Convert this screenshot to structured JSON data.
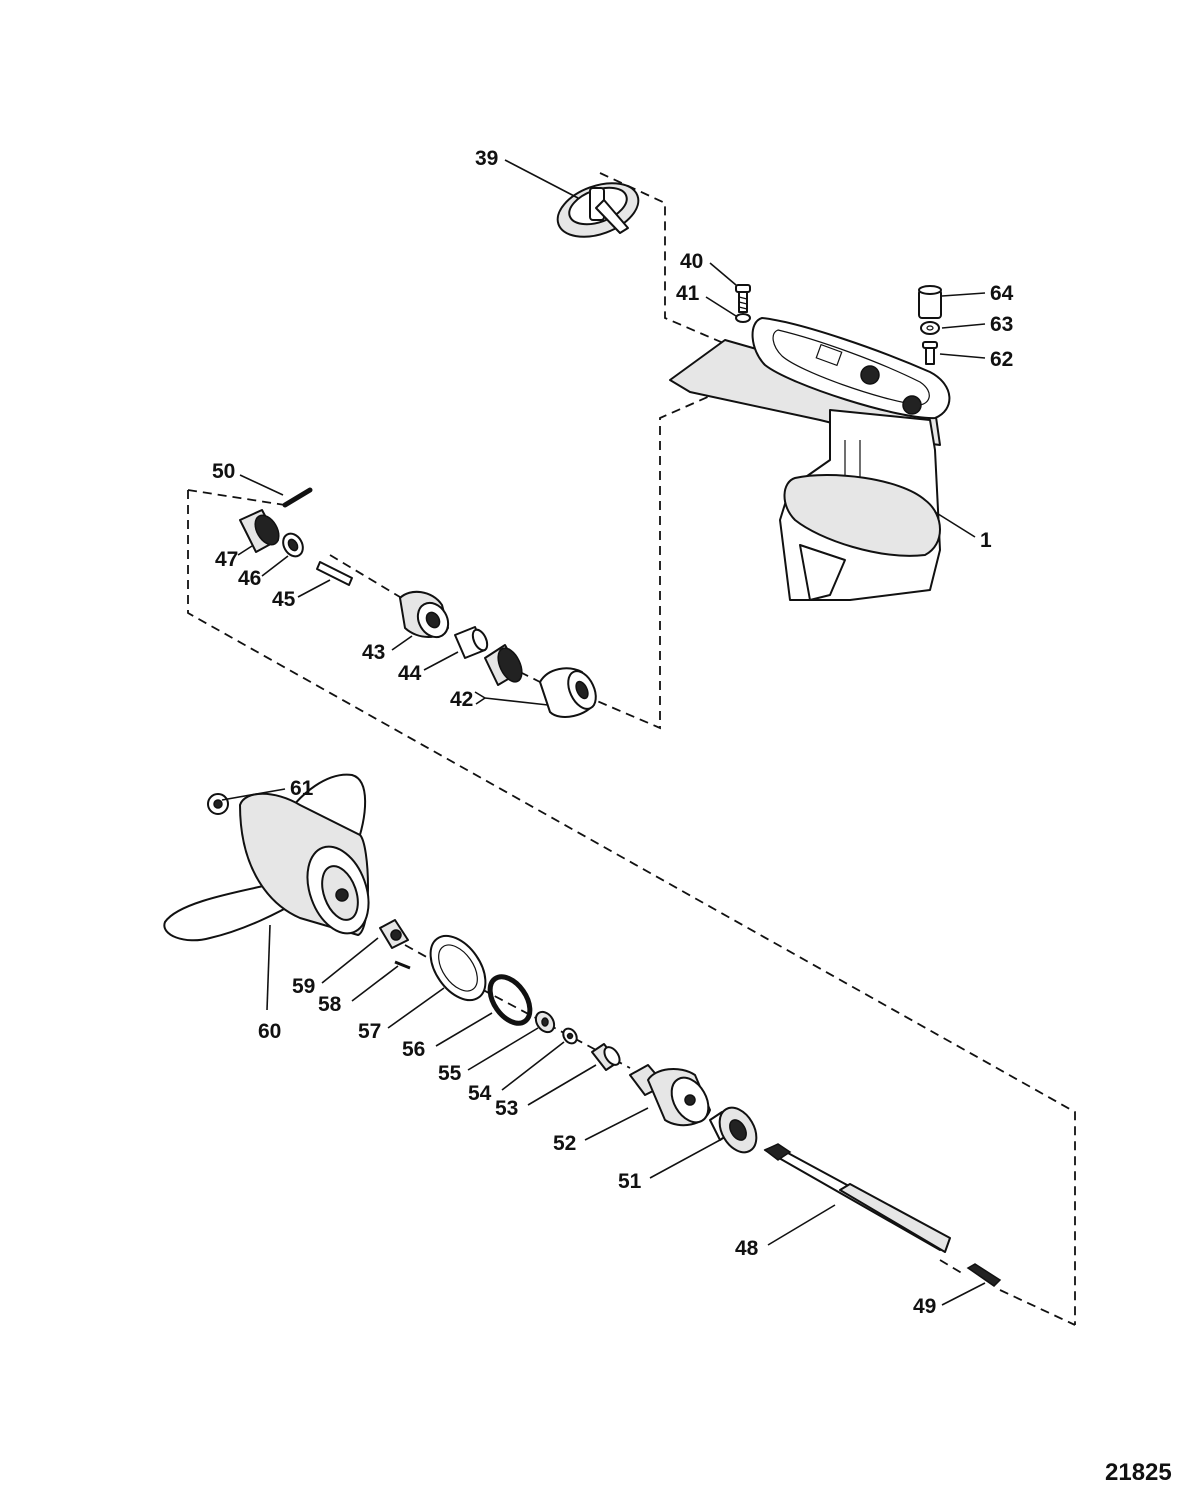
{
  "figure": {
    "figure_number": "21825"
  },
  "callouts": [
    {
      "id": "39",
      "label": "39"
    },
    {
      "id": "40",
      "label": "40"
    },
    {
      "id": "41",
      "label": "41"
    },
    {
      "id": "64",
      "label": "64"
    },
    {
      "id": "63",
      "label": "63"
    },
    {
      "id": "62",
      "label": "62"
    },
    {
      "id": "1",
      "label": "1"
    },
    {
      "id": "50",
      "label": "50"
    },
    {
      "id": "47",
      "label": "47"
    },
    {
      "id": "46",
      "label": "46"
    },
    {
      "id": "45",
      "label": "45"
    },
    {
      "id": "43",
      "label": "43"
    },
    {
      "id": "44",
      "label": "44"
    },
    {
      "id": "42",
      "label": "42"
    },
    {
      "id": "61",
      "label": "61"
    },
    {
      "id": "60",
      "label": "60"
    },
    {
      "id": "59",
      "label": "59"
    },
    {
      "id": "58",
      "label": "58"
    },
    {
      "id": "57",
      "label": "57"
    },
    {
      "id": "56",
      "label": "56"
    },
    {
      "id": "55",
      "label": "55"
    },
    {
      "id": "54",
      "label": "54"
    },
    {
      "id": "53",
      "label": "53"
    },
    {
      "id": "52",
      "label": "52"
    },
    {
      "id": "51",
      "label": "51"
    },
    {
      "id": "48",
      "label": "48"
    },
    {
      "id": "49",
      "label": "49"
    }
  ]
}
